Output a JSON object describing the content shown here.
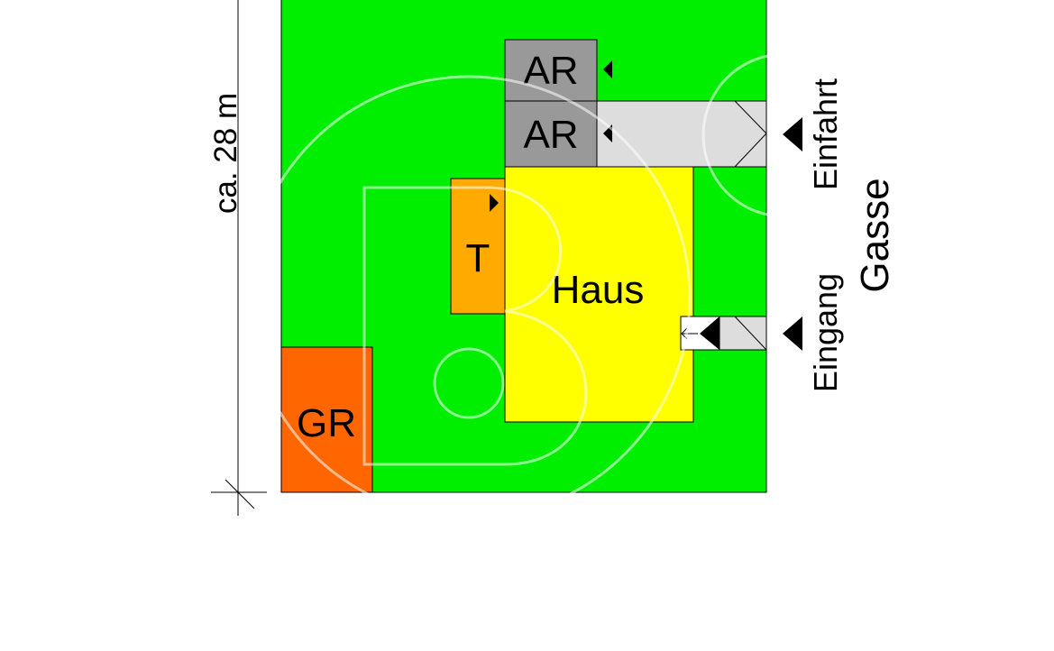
{
  "plan": {
    "dimension_label": "ca. 28 m",
    "rooms": {
      "ar_upper": "AR",
      "ar_lower": "AR",
      "t": "T",
      "haus": "Haus",
      "gr": "GR"
    },
    "street": {
      "einfahrt": "Einfahrt",
      "eingang": "Eingang",
      "gasse": "Gasse"
    }
  },
  "colors": {
    "garden": "#00ee00",
    "house": "#ffff00",
    "storage": "#999999",
    "terrace": "#ffaa00",
    "garage": "#ff6600",
    "driveway": "#dddddd"
  }
}
